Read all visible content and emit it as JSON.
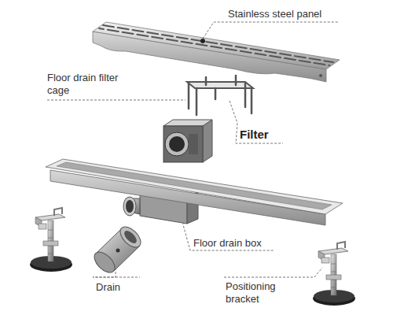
{
  "diagram": {
    "labels": [
      "Stainless steel panel",
      "Floor drain filter cage",
      "Filter",
      "Floor drain box",
      "Drain",
      "Positioning bracket"
    ]
  }
}
